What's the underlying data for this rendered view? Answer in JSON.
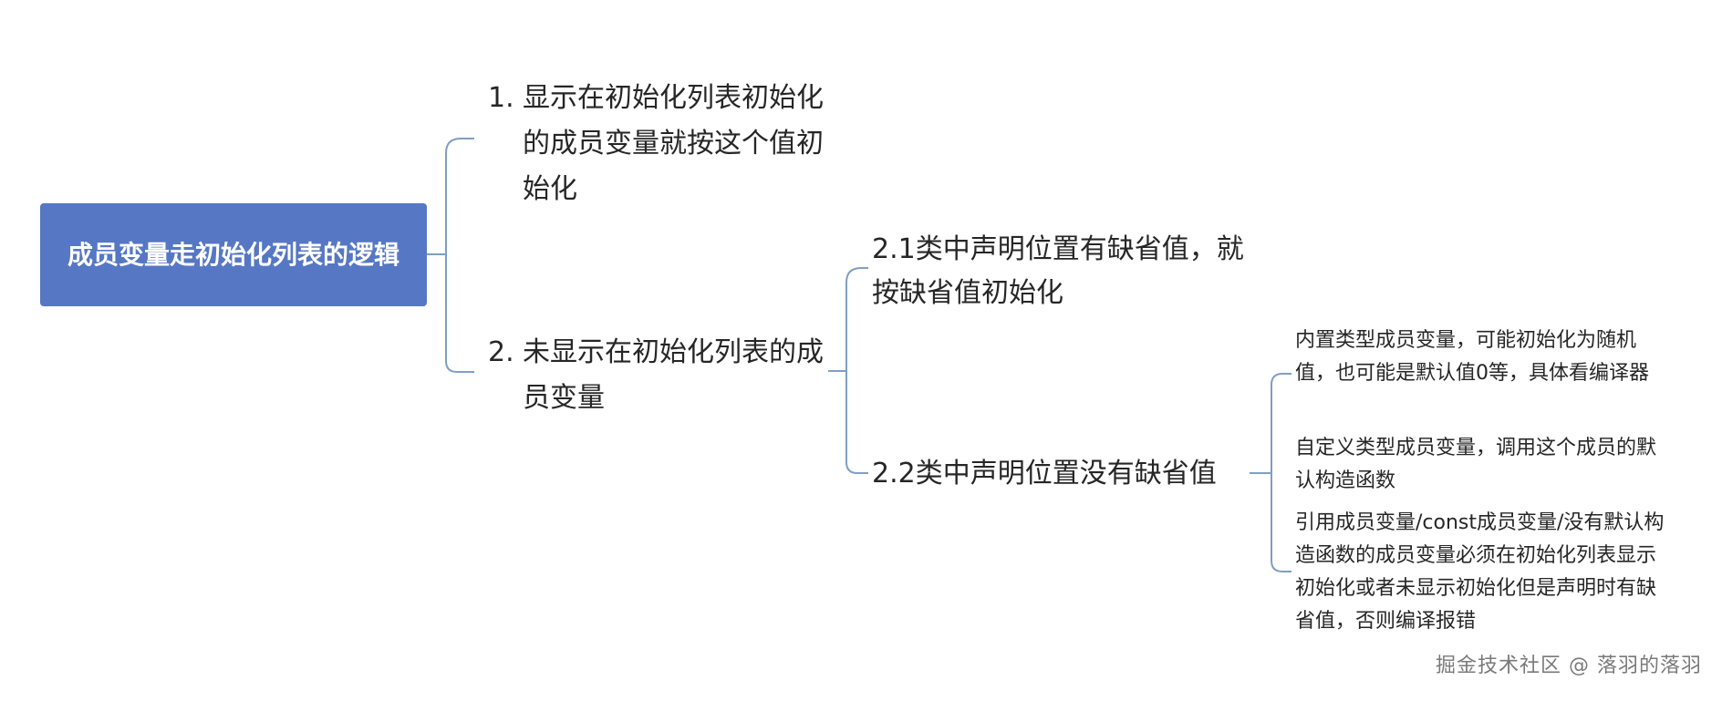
{
  "root": {
    "label": "成员变量走初始化列表的逻辑"
  },
  "branches": [
    {
      "number": "1.",
      "label": "显示在初始化列表初始化的成员变量就按这个值初始化"
    },
    {
      "number": "2.",
      "label": "未显示在初始化列表的成员变量",
      "children": [
        {
          "label": "2.1类中声明位置有缺省值，就按缺省值初始化"
        },
        {
          "label": "2.2类中声明位置没有缺省值",
          "children": [
            {
              "label": "内置类型成员变量，可能初始化为随机值，也可能是默认值0等，具体看编译器"
            },
            {
              "label": "自定义类型成员变量，调用这个成员的默认构造函数"
            },
            {
              "label": "引用成员变量/const成员变量/没有默认构造函数的成员变量必须在初始化列表显示初始化或者未显示初始化但是声明时有缺省值，否则编译报错"
            }
          ]
        }
      ]
    }
  ],
  "watermark": "掘金技术社区 @ 落羽的落羽",
  "colors": {
    "root_fill": "#5677c4",
    "root_text": "#ffffff",
    "connector": "#7f9ec4",
    "node_text": "#262626",
    "watermark": "#7a7a7a"
  }
}
